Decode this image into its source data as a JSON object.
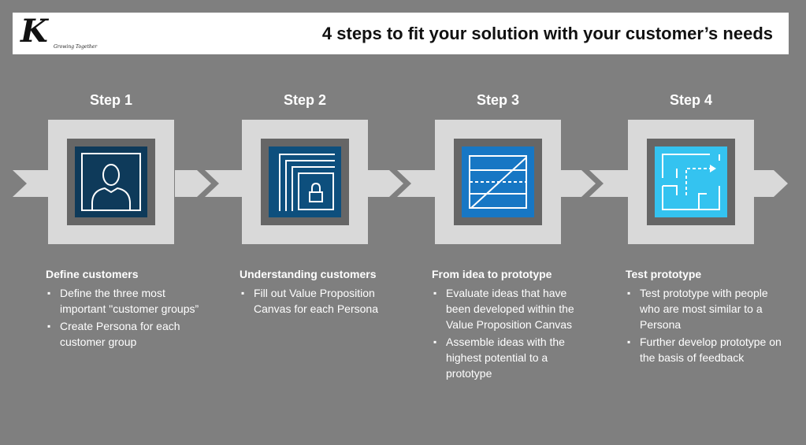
{
  "header": {
    "logo_letter": "K",
    "logo_tagline": "Growing Together",
    "title": "4 steps to fit your solution with your customer’s needs"
  },
  "colors": {
    "background": "#7f7f7f",
    "square": "#d9d9d9",
    "frame": "#666666",
    "step1_icon": "#0e3a5a",
    "step2_icon": "#0d4f7d",
    "step3_icon": "#1777c4",
    "step4_icon": "#34c3f0"
  },
  "steps": [
    {
      "label": "Step 1",
      "icon": "person-icon",
      "heading": "Define customers",
      "bullets": [
        "Define the three most important \"customer groups”",
        "Create Persona for each customer group"
      ]
    },
    {
      "label": "Step 2",
      "icon": "lock-icon",
      "heading": "Understanding customers",
      "bullets": [
        "Fill out Value Proposition Canvas for each Persona"
      ]
    },
    {
      "label": "Step 3",
      "icon": "divided-box-icon",
      "heading": "From idea to prototype",
      "bullets": [
        "Evaluate ideas that have been developed within the Value Proposition Canvas",
        "Assemble ideas with the highest potential to a prototype"
      ]
    },
    {
      "label": "Step 4",
      "icon": "floorplan-path-icon",
      "heading": "Test prototype",
      "bullets": [
        "Test prototype with people who are most similar to a Persona",
        "Further develop prototype on the basis of feedback"
      ]
    }
  ]
}
